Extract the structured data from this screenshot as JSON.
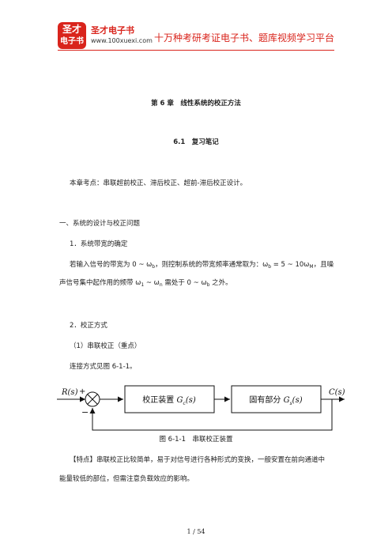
{
  "header": {
    "logo_line1": "圣才",
    "logo_line2": "电子书",
    "brand_name": "圣才电子书",
    "url": "www.100xuexi.com",
    "slogan": "十万种考研考证电子书、题库视频学习平台"
  },
  "chapter_title": "第 6 章　线性系统的校正方法",
  "section_title": "6.1　复习笔记",
  "key_points": "本章考点：串联超前校正、滞后校正、超前-滞后校正设计。",
  "heading_1": "一、系统的设计与校正问题",
  "subheading_1": "1．系统带宽的确定",
  "para_1_line1": {
    "before": "若输入信号的带宽为 0 ~ ω",
    "sub1": "b",
    "mid": "，则控制系统的带宽频率通常取为：ω",
    "sub2": "b",
    "mid2": " = 5 ~ 10ω",
    "sub3": "M",
    "after": "，且噪"
  },
  "para_1_line2": {
    "before": "声信号集中起作用的频带 ω",
    "sub1": "1",
    "mid": " ~ ω",
    "sub2": "n",
    "mid2": " 需处于 0 ~ ω",
    "sub3": "b",
    "after": " 之外。"
  },
  "subheading_2": "2．校正方式",
  "subheading_2_1": "（1）串联校正（重点）",
  "connection_text": "连接方式见图 6-1-1。",
  "diagram": {
    "input_label": "R(s)",
    "output_label": "C(s)",
    "plus_sign": "+",
    "minus_sign": "−",
    "block1_text": "校正装置 ",
    "block1_sym": "G",
    "block1_sub": "c",
    "block1_arg": "(s)",
    "block2_text": "固有部分 ",
    "block2_sym": "G",
    "block2_sub": "s",
    "block2_arg": "(s)"
  },
  "figure_caption": "图 6-1-1　串联校正装置",
  "feature_line1": "【特点】串联校正比较简单，易于对信号进行各种形式的变换，一般安置在前向通道中",
  "feature_line2": "能量较低的部位，但需注意负载效应的影响。",
  "page_number": "1 / 54"
}
